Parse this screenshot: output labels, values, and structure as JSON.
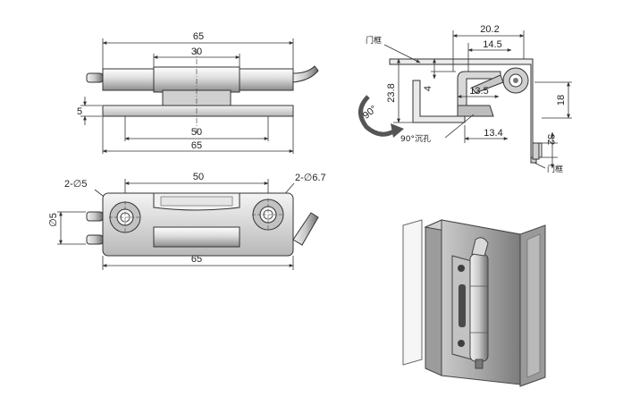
{
  "views": {
    "front": {
      "overall_width": "65",
      "knuckle_width": "30",
      "leaf_thickness": "5",
      "hole_spacing": "50",
      "base_width": "65"
    },
    "top": {
      "hole_spacing": "50",
      "small_holes": "2-∅5",
      "large_holes": "2-∅6.7",
      "pin_diameter": "∅5",
      "overall_width": "65"
    },
    "side": {
      "door_frame_top": "门框",
      "door_frame_bottom": "门框",
      "width_total": "20.2",
      "width_inner": "14.5",
      "height_leaf": "23.8",
      "offset_small": "4",
      "gap_mid": "13.5",
      "gap_low": "13.4",
      "right_height": "18",
      "right_offset": "32",
      "rotation_note": "90°沉孔",
      "rotation_angle": "90°"
    }
  },
  "colors": {
    "line": "#333333",
    "metal_light": "#eeeeee",
    "metal_dark": "#8a8a8a",
    "frame_gray": "#a9a9a9"
  }
}
